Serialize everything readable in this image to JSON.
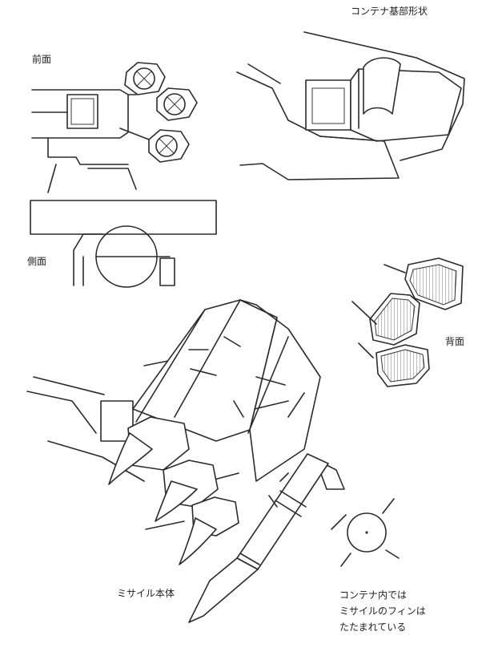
{
  "labels": {
    "container_base_shape": "コンテナ基部形状",
    "front_view": "前面",
    "side_view": "側面",
    "rear_view": "背面",
    "missile_body": "ミサイル本体",
    "note_line1": "コンテナ内では",
    "note_line2": "ミサイルのフィンは",
    "note_line3": "たたまれている"
  }
}
